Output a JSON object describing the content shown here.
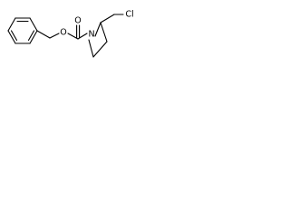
{
  "molecule": {
    "atom_labels": {
      "ester_oxygen": "O",
      "carbonyl_oxygen": "O",
      "ring_nitrogen": "N",
      "chlorine": "Cl"
    }
  }
}
